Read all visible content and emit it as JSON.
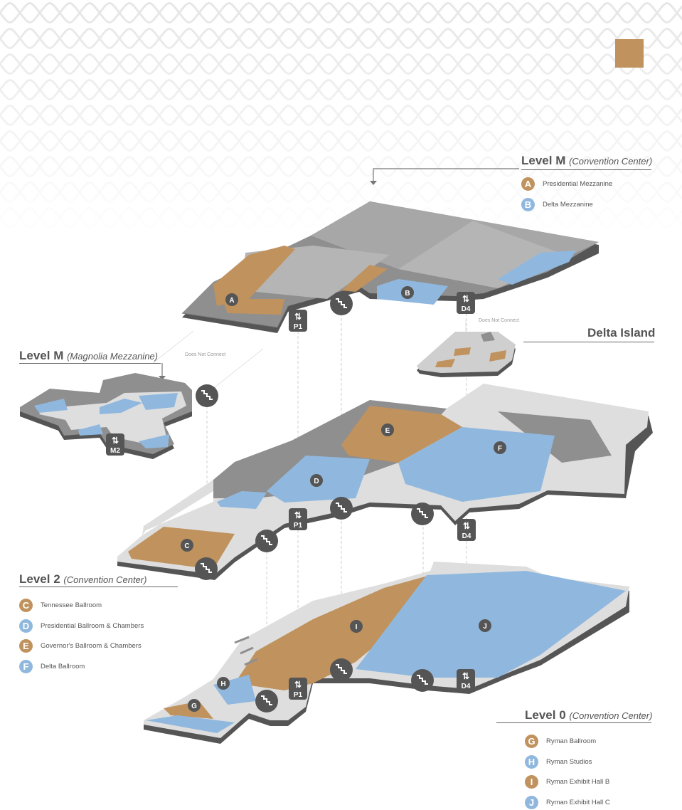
{
  "colors": {
    "gold": "#C0925E",
    "blue": "#90B8DE",
    "dark": "#555555",
    "mid": "#8f8f8f",
    "light": "#dedede"
  },
  "headings": {
    "level_m_cc": {
      "title": "Level M",
      "sub": "(Convention Center)"
    },
    "level_m_mag": {
      "title": "Level M",
      "sub": "(Magnolia Mezzanine)"
    },
    "delta_island": {
      "title": "Delta Island"
    },
    "level_2": {
      "title": "Level 2",
      "sub": "(Convention Center)"
    },
    "level_0": {
      "title": "Level 0",
      "sub": "(Convention Center)"
    }
  },
  "notes": {
    "not_connect_left": "Does Not  Connect",
    "not_connect_right": "Does Not Connect"
  },
  "legends": {
    "level_m": [
      {
        "letter": "A",
        "label": "Presidential Mezzanine",
        "color": "gold"
      },
      {
        "letter": "B",
        "label": "Delta Mezzanine",
        "color": "blue"
      }
    ],
    "level_2": [
      {
        "letter": "C",
        "label": "Tennessee Ballroom",
        "color": "gold"
      },
      {
        "letter": "D",
        "label": "Presidential Ballroom & Chambers",
        "color": "blue"
      },
      {
        "letter": "E",
        "label": "Governor's Ballroom & Chambers",
        "color": "gold"
      },
      {
        "letter": "F",
        "label": "Delta Ballroom",
        "color": "blue"
      }
    ],
    "level_0": [
      {
        "letter": "G",
        "label": "Ryman Ballroom",
        "color": "gold"
      },
      {
        "letter": "H",
        "label": "Ryman Studios",
        "color": "blue"
      },
      {
        "letter": "I",
        "label": "Ryman Exhibit Hall B",
        "color": "gold"
      },
      {
        "letter": "J",
        "label": "Ryman Exhibit Hall C",
        "color": "blue"
      }
    ]
  },
  "map_letters": [
    "A",
    "B",
    "C",
    "D",
    "E",
    "F",
    "G",
    "H",
    "I",
    "J"
  ],
  "elevators": {
    "p1": "P1",
    "d4": "D4",
    "m2": "M2"
  },
  "icons": {
    "elevator": "elevator-icon",
    "stairs": "stairs-icon"
  }
}
